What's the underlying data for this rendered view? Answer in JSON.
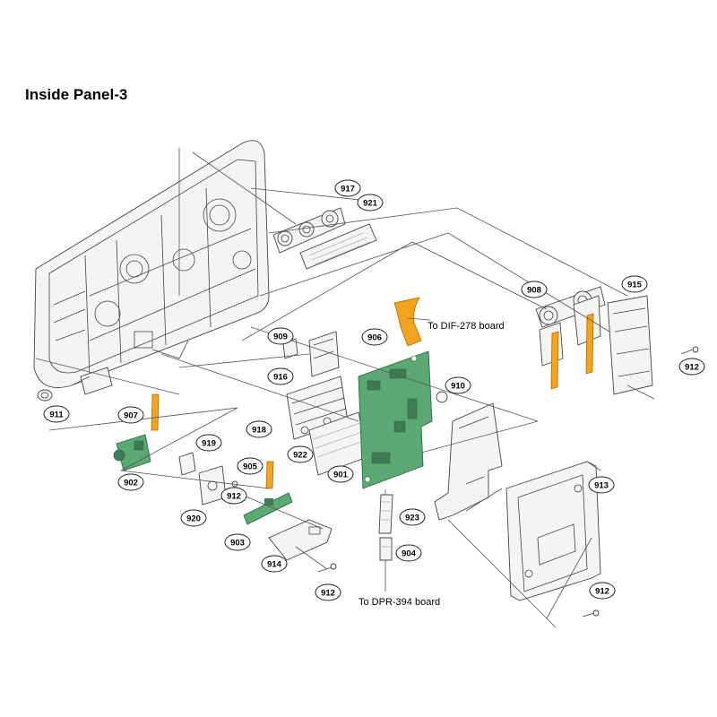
{
  "title": "Inside Panel-3",
  "notes": {
    "dif": "To DIF-278 board",
    "dpr": "To DPR-394 board"
  },
  "labels": {
    "l901": "901",
    "l902": "902",
    "l903": "903",
    "l904": "904",
    "l905": "905",
    "l906": "906",
    "l907": "907",
    "l908": "908",
    "l909": "909",
    "l910": "910",
    "l911": "911",
    "l912a": "912",
    "l912b": "912",
    "l912c": "912",
    "l912d": "912",
    "l913": "913",
    "l914": "914",
    "l915": "915",
    "l916": "916",
    "l917": "917",
    "l918": "918",
    "l919": "919",
    "l920": "920",
    "l921": "921",
    "l922": "922",
    "l923": "923"
  },
  "colors": {
    "board": "#5aa872",
    "flex_cable": "#f4a31e"
  }
}
